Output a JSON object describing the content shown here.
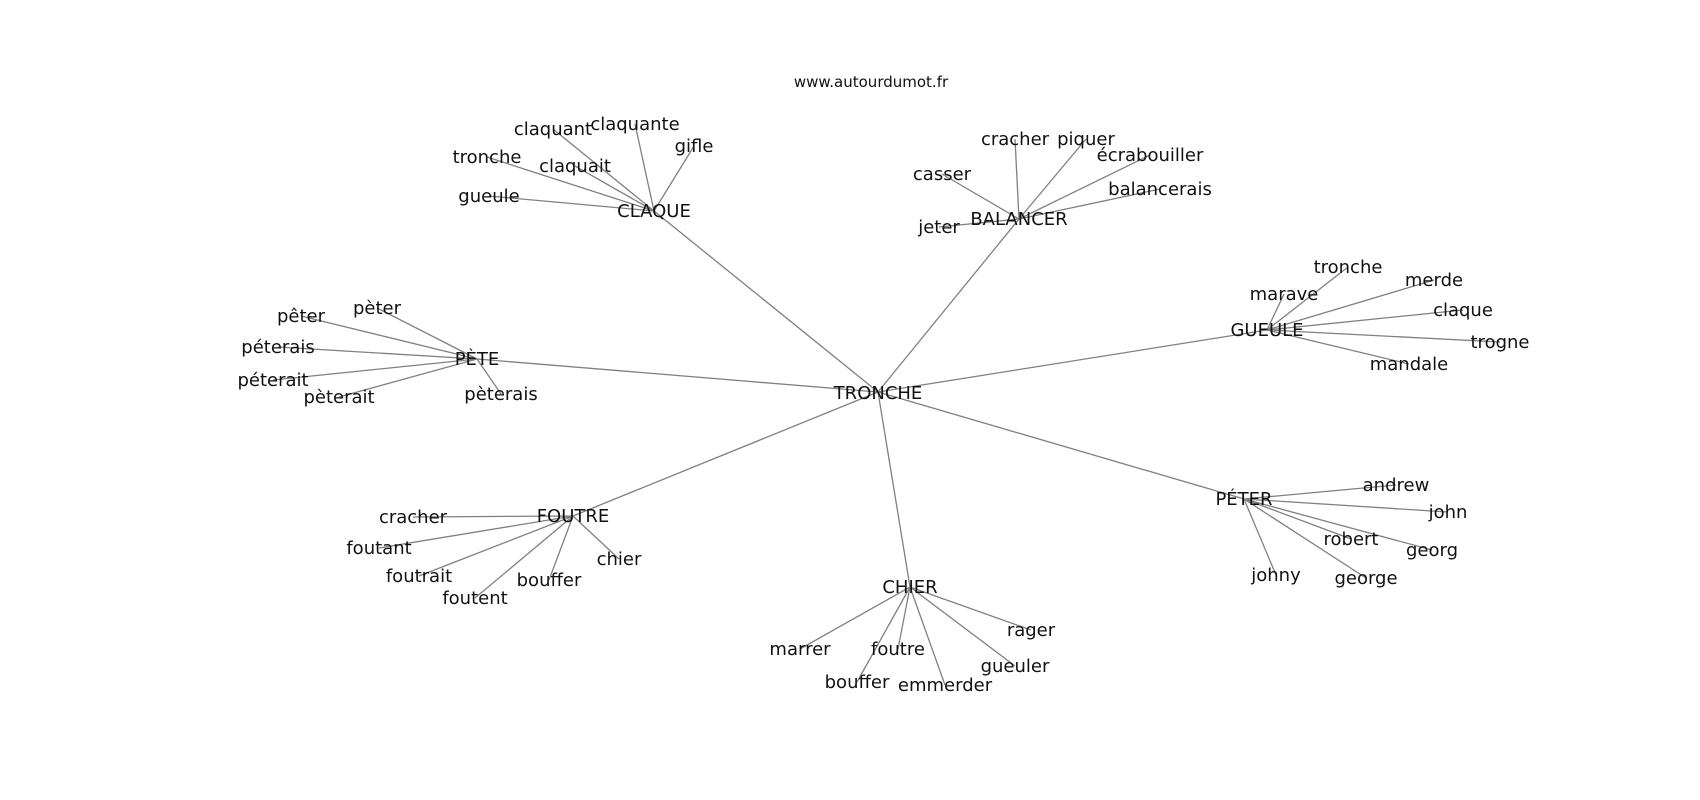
{
  "source": "www.autourdumot.fr",
  "center": "TRONCHE",
  "hubs": [
    {
      "label": "CLAQUE",
      "words": [
        "claquant",
        "claquante",
        "gifle",
        "tronche",
        "claquait",
        "gueule"
      ]
    },
    {
      "label": "BALANCER",
      "words": [
        "cracher",
        "piquer",
        "écrabouiller",
        "casser",
        "balancerais",
        "jeter"
      ]
    },
    {
      "label": "GUEULE",
      "words": [
        "tronche",
        "merde",
        "marave",
        "claque",
        "trogne",
        "mandale"
      ]
    },
    {
      "label": "PÈTE",
      "words": [
        "pèter",
        "pêter",
        "péterais",
        "péterait",
        "pèterait",
        "pèterais"
      ]
    },
    {
      "label": "FOUTRE",
      "words": [
        "cracher",
        "foutant",
        "foutrait",
        "foutent",
        "bouffer",
        "chier"
      ]
    },
    {
      "label": "CHIER",
      "words": [
        "marrer",
        "foutre",
        "bouffer",
        "emmerder",
        "gueuler",
        "rager"
      ]
    },
    {
      "label": "PÉTER",
      "words": [
        "andrew",
        "john",
        "robert",
        "georg",
        "johny",
        "george"
      ]
    }
  ]
}
